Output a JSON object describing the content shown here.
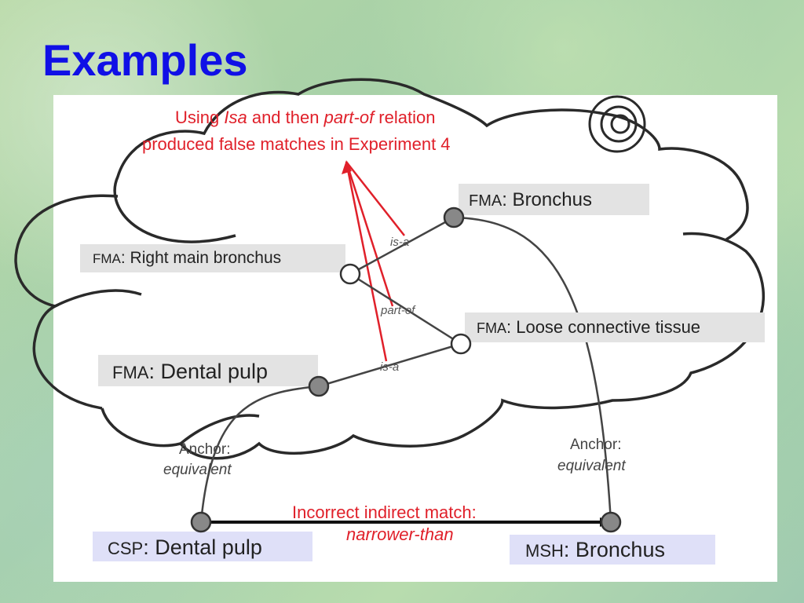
{
  "slide": {
    "title": "Examples"
  },
  "colors": {
    "title": "#1010e6",
    "note": "#e0202a",
    "node_fill": "#888888",
    "label_box": "#e3e3e3",
    "target_box": "#dfe0f8"
  },
  "diagram": {
    "annotation": {
      "line1_a": "Using ",
      "line1_b": "Isa",
      "line1_c": " and then ",
      "line1_d": "part-of",
      "line1_e": " relation",
      "line2": "produced false matches in Experiment 4"
    },
    "nodes": {
      "fma_bronchus": {
        "prefix": "FMA",
        "name": ": Bronchus"
      },
      "fma_right_main_bronchus": {
        "prefix": "FMA",
        "name": ": Right main bronchus"
      },
      "fma_loose_connective_tissue": {
        "prefix": "FMA",
        "name": ": Loose connective tissue"
      },
      "fma_dental_pulp": {
        "prefix": "FMA",
        "name": ": Dental pulp"
      },
      "csp_dental_pulp": {
        "prefix": "CSP",
        "name": ": Dental pulp"
      },
      "msh_bronchus": {
        "prefix": "MSH",
        "name": ": Bronchus"
      }
    },
    "edges": {
      "isa_top": "is-a",
      "part_of": "part-of",
      "isa_bottom": "is-a"
    },
    "anchors": {
      "left": {
        "line1": "Anchor:",
        "line2": "equivalent"
      },
      "right": {
        "line1": "Anchor:",
        "line2": "equivalent"
      }
    },
    "match": {
      "line1": "Incorrect indirect match:",
      "line2": "narrower-than"
    },
    "icon": "spiral-icon"
  }
}
